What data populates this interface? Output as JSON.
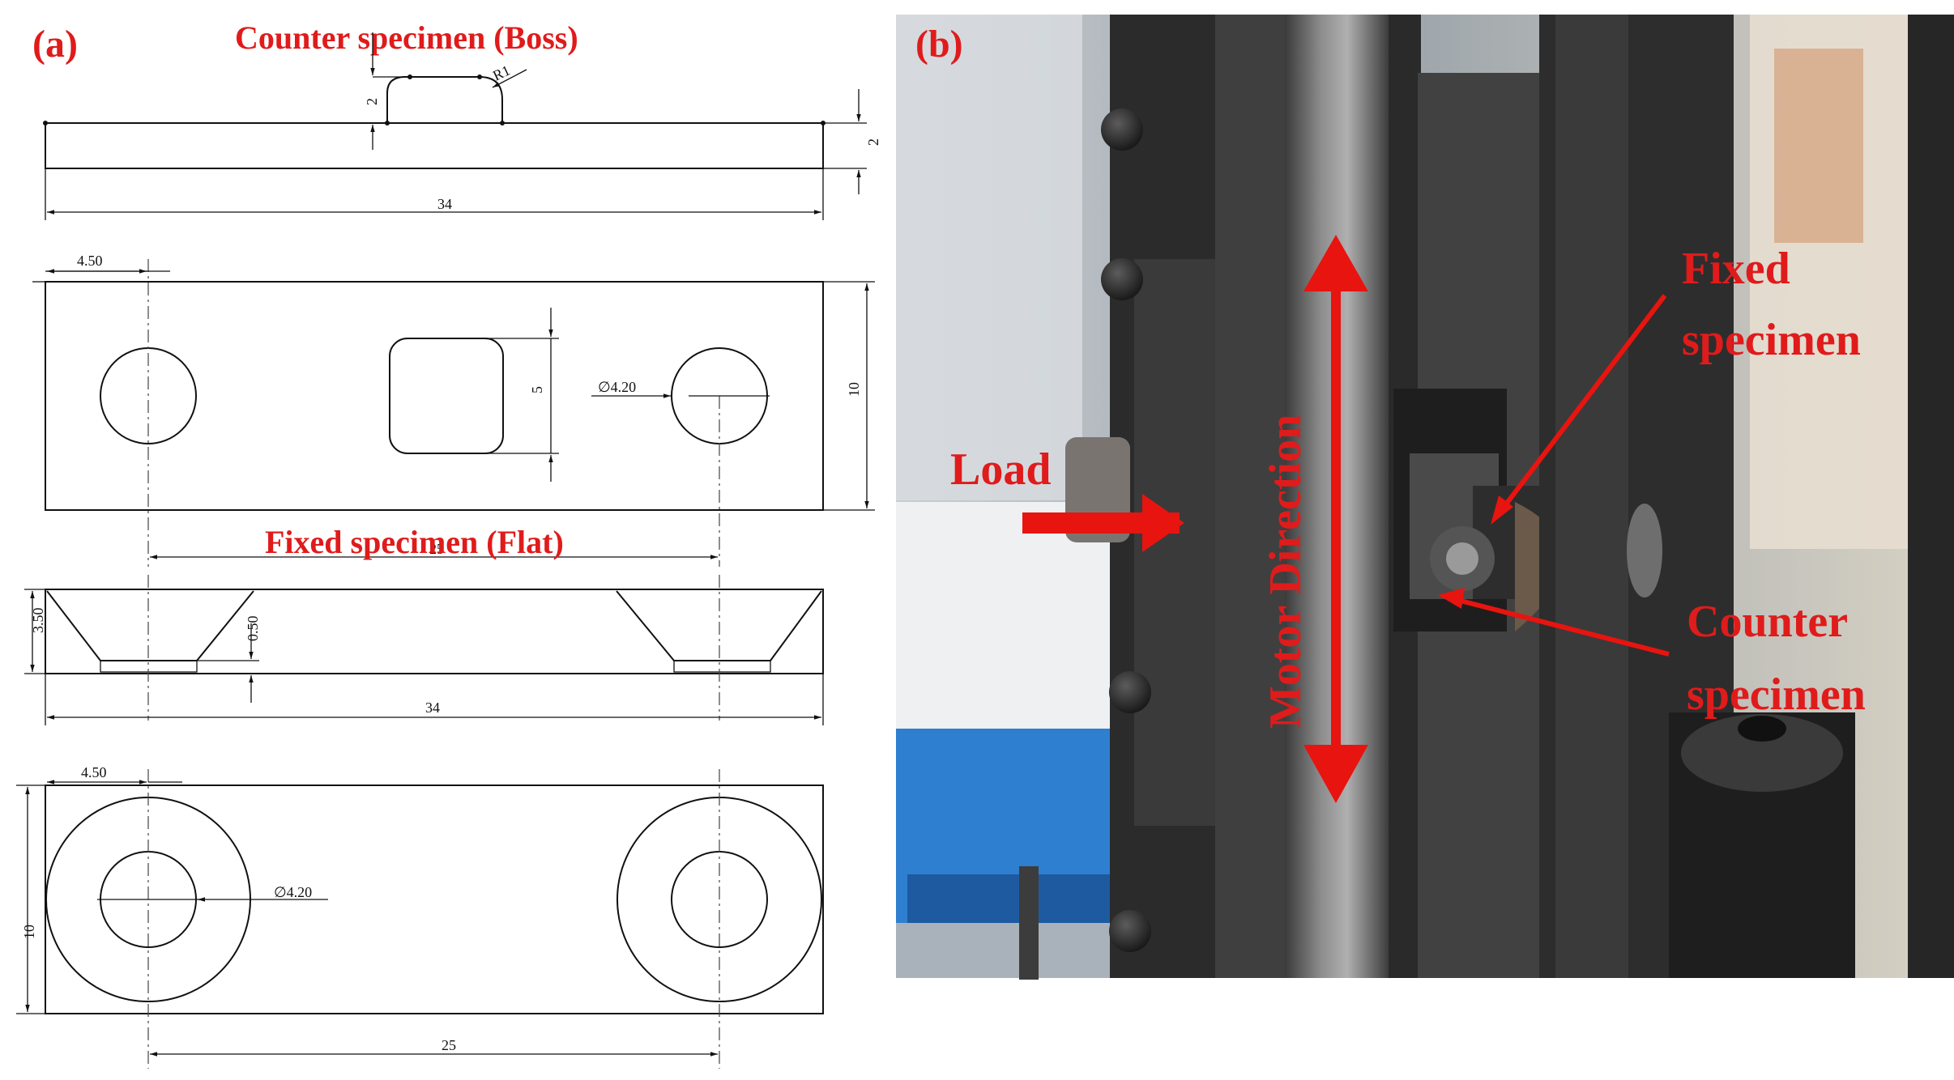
{
  "panel_a": {
    "label": "(a)",
    "boss_title": "Counter specimen (Boss)",
    "flat_title": "Fixed specimen (Flat)",
    "dims": {
      "boss_height": "2",
      "boss_radius": "R1",
      "bar_thickness": "2",
      "length": "34",
      "hole_offset_top": "4.50",
      "square_size": "5",
      "hole_diameter_top": "∅4.20",
      "width": "10",
      "hole_spacing_top": "25",
      "plate_thickness": "3.50",
      "recess_depth": "0.50",
      "length_side": "34",
      "hole_offset_bottom": "4.50",
      "hole_diameter_bottom": "∅4.20",
      "width_bottom": "10",
      "hole_spacing_bottom": "25"
    }
  },
  "panel_b": {
    "label": "(b)",
    "load": "Load",
    "motor_direction": "Motor Direction",
    "fixed_line1": "Fixed",
    "fixed_line2": "specimen",
    "counter_line1": "Counter",
    "counter_line2": "specimen"
  },
  "colors": {
    "annotation_red": "#e01b1b",
    "drawing_black": "#111111"
  }
}
